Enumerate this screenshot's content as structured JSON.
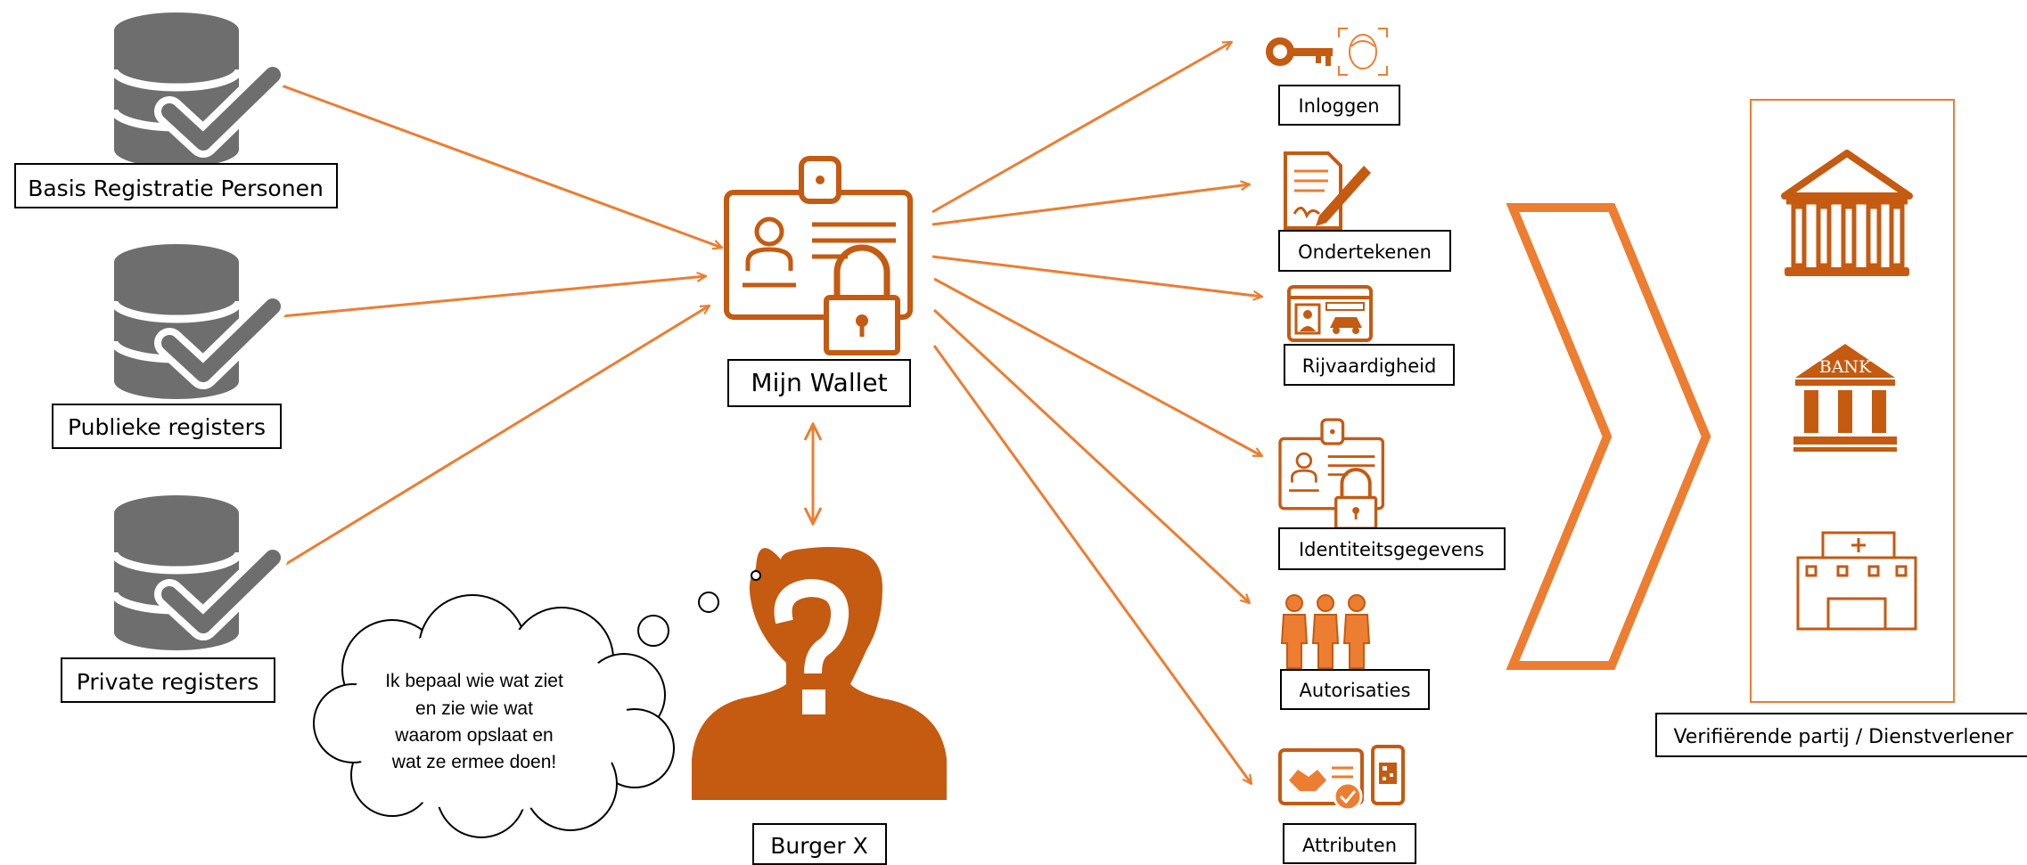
{
  "colors": {
    "accent": "#ED7D31",
    "icon": "#C55A11",
    "database": "#6E6E6E"
  },
  "sources": [
    {
      "label": "Basis Registratie Personen",
      "icon": "database-check-icon"
    },
    {
      "label": "Publieke registers",
      "icon": "database-check-icon"
    },
    {
      "label": "Private registers",
      "icon": "database-check-icon"
    }
  ],
  "wallet": {
    "label": "Mijn Wallet",
    "icon": "id-card-lock-icon"
  },
  "citizen": {
    "label": "Burger X",
    "icon": "unknown-person-icon",
    "thought": [
      "Ik bepaal wie wat ziet",
      "en zie wie wat",
      "waarom opslaat en",
      "wat ze ermee doen!"
    ]
  },
  "uses": [
    {
      "label": "Inloggen",
      "icon": "key-face-icon"
    },
    {
      "label": "Ondertekenen",
      "icon": "document-sign-icon"
    },
    {
      "label": "Rijvaardigheid",
      "icon": "driving-license-icon"
    },
    {
      "label": "Identiteitsgegevens",
      "icon": "id-card-lock-icon"
    },
    {
      "label": "Autorisaties",
      "icon": "people-icon"
    },
    {
      "label": "Attributen",
      "icon": "handshake-phone-icon"
    }
  ],
  "verifier": {
    "label": "Verifiërende partij / Dienstverlener",
    "icons": [
      "government-building-icon",
      "bank-icon",
      "hospital-icon"
    ],
    "bank_text": "BANK"
  }
}
